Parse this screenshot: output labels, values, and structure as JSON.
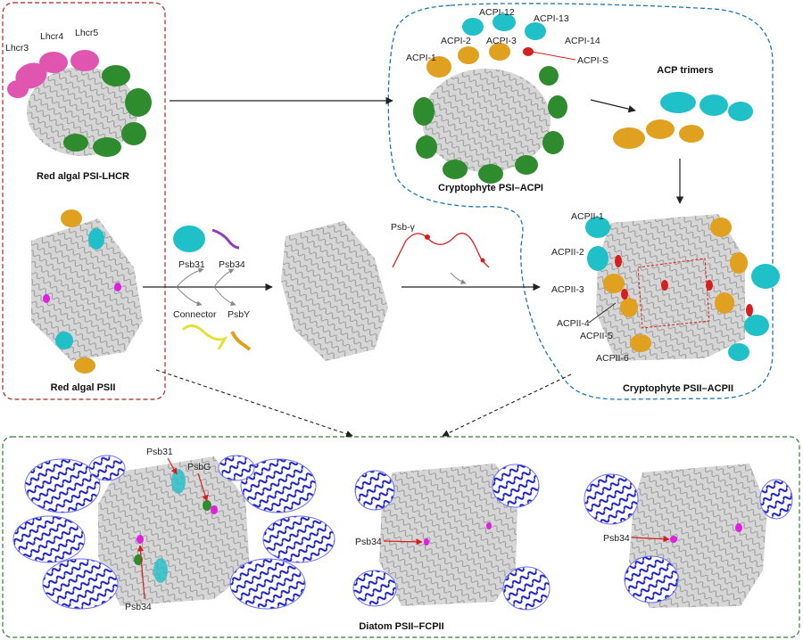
{
  "panels": {
    "red_algal_box": {
      "border_color": "#b22222"
    },
    "cryptophyte_region": {
      "border_color": "#1f77b4"
    },
    "diatom_box": {
      "border_color": "#2e7d32"
    }
  },
  "titles": {
    "red_psi": "Red algal PSI-LHCR",
    "red_psii": "Red algal PSII",
    "crypto_psi": "Cryptophyte PSI–ACPI",
    "acp_trimers": "ACP trimers",
    "crypto_psii": "Cryptophyte PSII–ACPII",
    "diatom": "Diatom PSII–FCPII"
  },
  "labels": {
    "lhcr3": "Lhcr3",
    "lhcr4": "Lhcr4",
    "lhcr5": "Lhcr5",
    "acpi1": "ACPI-1",
    "acpi2": "ACPI-2",
    "acpi3": "ACPI-3",
    "acpi12": "ACPI-12",
    "acpi13": "ACPI-13",
    "acpi14": "ACPI-14",
    "acpis": "ACPI-S",
    "psb31": "Psb31",
    "psb34": "Psb34",
    "connector": "Connector",
    "psby": "PsbY",
    "psbgamma": "Psb-γ",
    "acpii1": "ACPII-1",
    "acpii2": "ACPII-2",
    "acpii3": "ACPII-3",
    "acpii4": "ACPII-4",
    "acpii5": "ACPII-5",
    "acpii6": "ACPII-6",
    "d_psb31": "Psb31",
    "d_psbg": "PsbG",
    "d_psb34_a": "Psb34",
    "d_psb34_b": "Psb34",
    "d_psb34_c": "Psb34"
  },
  "colors": {
    "core": "#bdbdbd",
    "core_dark": "#8a8a8a",
    "lhcr": "#e055b0",
    "green": "#2e8b2e",
    "orange": "#e0a020",
    "cyan": "#20c0c8",
    "red": "#d62020",
    "purple": "#8e3fc0",
    "yellow": "#e6e03a",
    "blue": "#1a1fc8",
    "magenta": "#e020e0",
    "arrow": "#222222"
  }
}
